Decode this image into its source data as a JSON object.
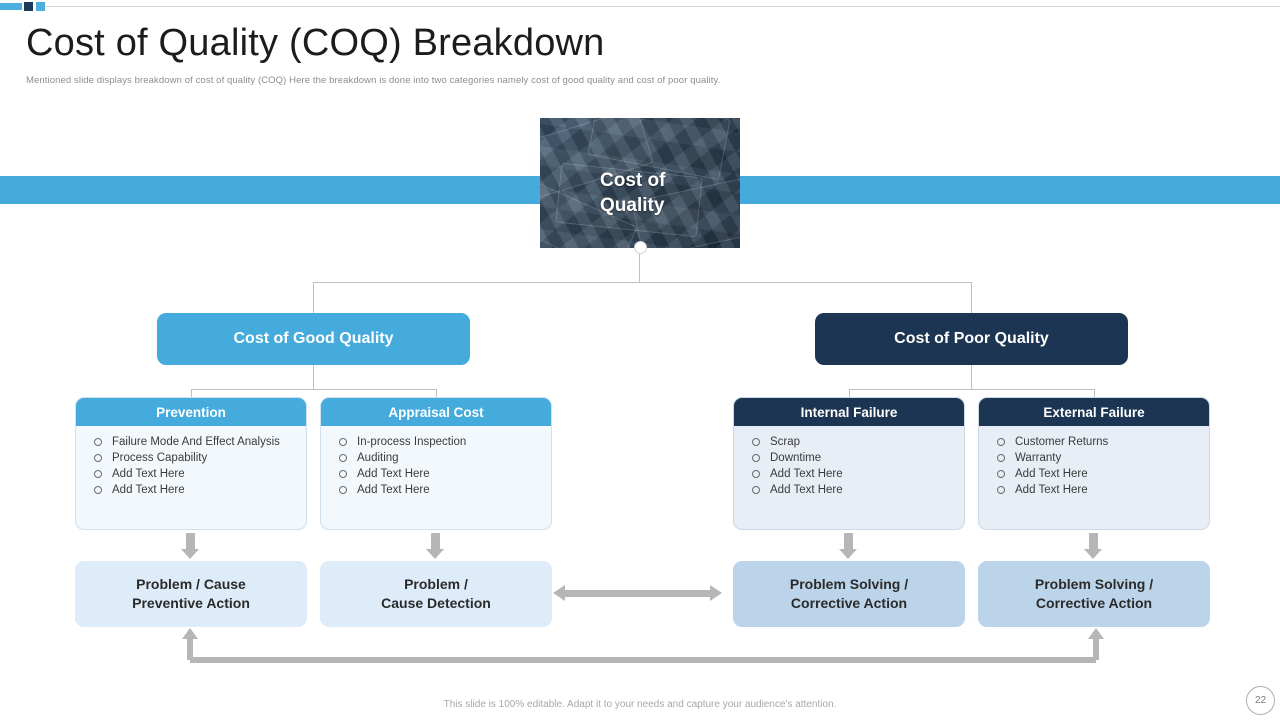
{
  "header": {
    "title": "Cost of Quality (COQ) Breakdown",
    "subtitle": "Mentioned slide displays breakdown of cost of quality (COQ) Here the breakdown is done into two categories namely cost of good quality and cost of poor quality."
  },
  "colors": {
    "accent_blue": "#44abdc",
    "dark_navy": "#1b3552",
    "light_box": "#ddecf8",
    "mid_box": "#bcd4ea",
    "connector_gray": "#b6b6b6",
    "card_good_bg": "#f3f8fc",
    "card_poor_bg": "#e7eef6"
  },
  "hero": {
    "label_line1": "Cost of",
    "label_line2": "Quality",
    "image_name": "dollar-bills-photo"
  },
  "branches": {
    "good": {
      "title": "Cost of Good Quality",
      "cards": [
        {
          "title": "Prevention",
          "items": [
            "Failure Mode And Effect Analysis",
            "Process Capability",
            "Add Text Here",
            "Add Text Here"
          ],
          "action_line1": "Problem / Cause",
          "action_line2": "Preventive Action"
        },
        {
          "title": "Appraisal Cost",
          "items": [
            "In-process Inspection",
            "Auditing",
            "Add Text Here",
            "Add Text Here"
          ],
          "action_line1": "Problem /",
          "action_line2": "Cause Detection"
        }
      ]
    },
    "poor": {
      "title": "Cost of Poor Quality",
      "cards": [
        {
          "title": "Internal Failure",
          "items": [
            "Scrap",
            "Downtime",
            "Add Text Here",
            "Add Text Here"
          ],
          "action_line1": "Problem Solving /",
          "action_line2": "Corrective Action"
        },
        {
          "title": "External Failure",
          "items": [
            "Customer Returns",
            "Warranty",
            "Add Text Here",
            "Add Text Here"
          ],
          "action_line1": "Problem Solving /",
          "action_line2": "Corrective Action"
        }
      ]
    }
  },
  "footer": {
    "note": "This slide is 100% editable. Adapt it to your needs and capture your audience's attention.",
    "page_number": "22"
  }
}
